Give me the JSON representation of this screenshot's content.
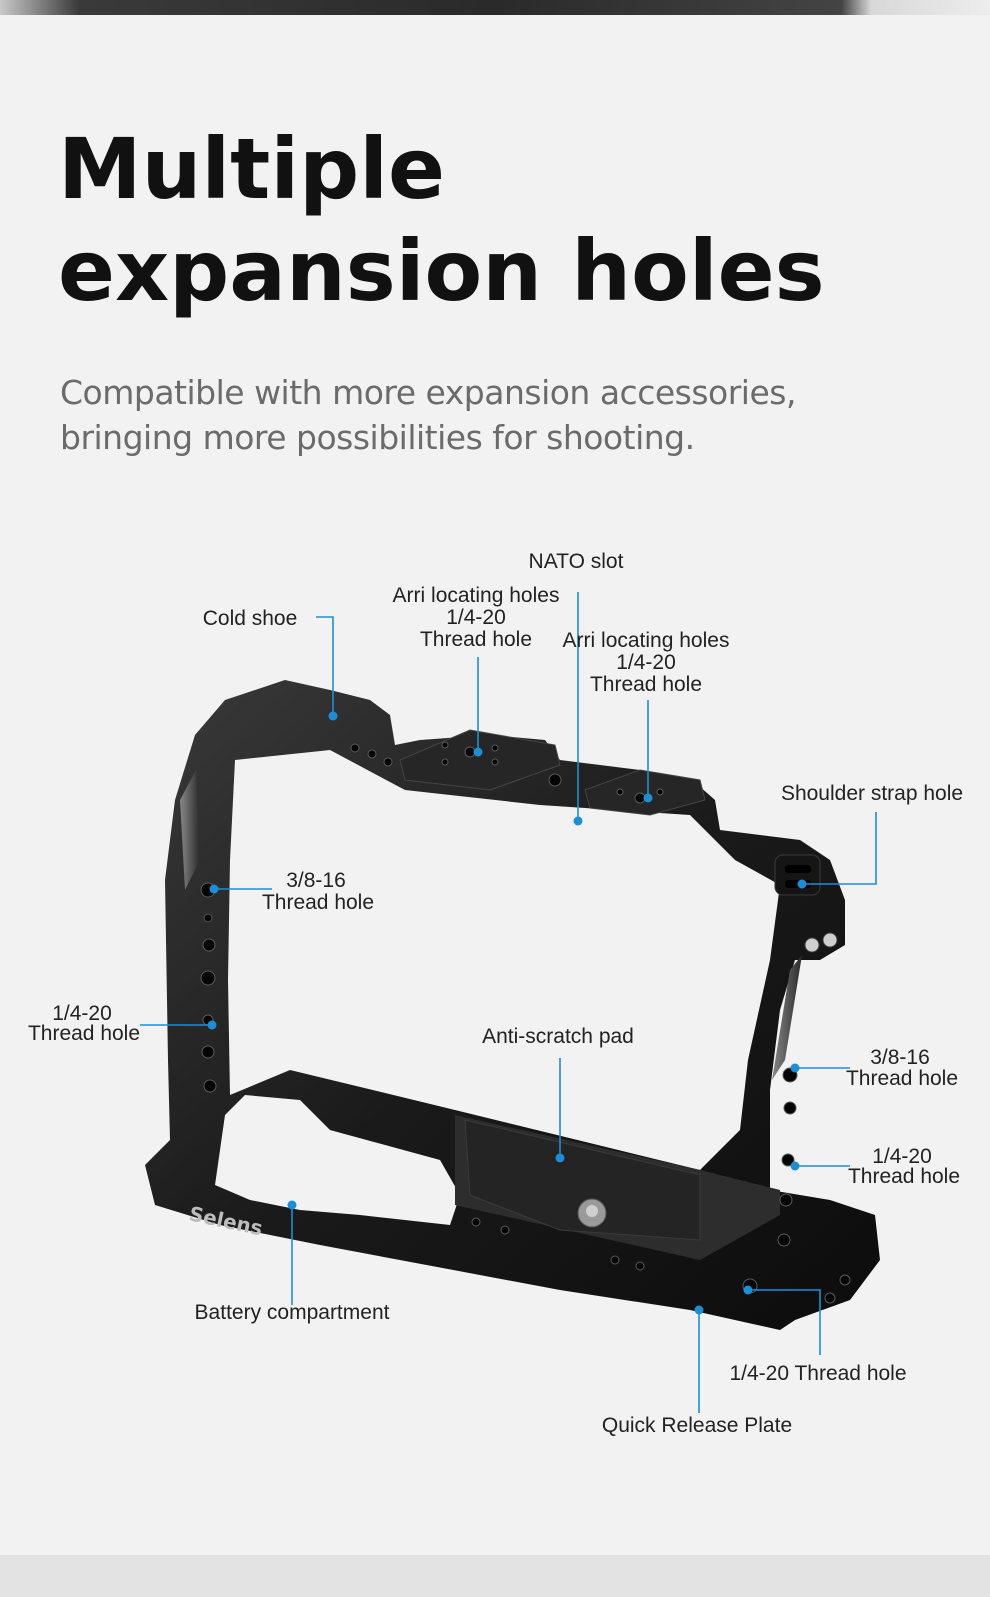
{
  "title": {
    "line1": "Multiple",
    "line2": "expansion holes"
  },
  "subtitle": {
    "line1": "Compatible with more expansion accessories,",
    "line2": "bringing more possibilities for shooting."
  },
  "brand": "Selens",
  "accent_color": "#1a8fd8",
  "callouts": {
    "nato_slot": "NATO slot",
    "arri_left_1": "Arri locating holes",
    "arri_left_2": "1/4-20",
    "arri_left_3": "Thread hole",
    "arri_right_1": "Arri locating holes",
    "arri_right_2": "1/4-20",
    "arri_right_3": "Thread hole",
    "cold_shoe": "Cold shoe",
    "shoulder_strap": "Shoulder strap hole",
    "left_38_1": "3/8-16",
    "left_38_2": "Thread hole",
    "left_14_1": "1/4-20",
    "left_14_2": "Thread hole",
    "anti_scratch": "Anti-scratch pad",
    "right_38_1": "3/8-16",
    "right_38_2": "Thread hole",
    "right_14_1": "1/4-20",
    "right_14_2": "Thread hole",
    "battery": "Battery compartment",
    "bottom_thread": "1/4-20 Thread hole",
    "quick_release": "Quick Release Plate"
  }
}
